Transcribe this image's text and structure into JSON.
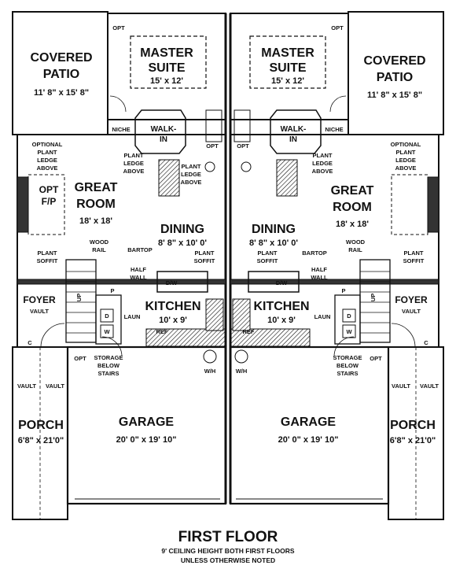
{
  "title": "FIRST FLOOR",
  "note_line1": "9' CEILING HEIGHT BOTH FIRST FLOORS",
  "note_line2": "UNLESS OTHERWISE NOTED",
  "unit_left": {
    "covered_patio": {
      "line1": "COVERED",
      "line2": "PATIO",
      "dim": "11' 8\" x 15' 8\""
    },
    "master_suite": {
      "line1": "MASTER",
      "line2": "SUITE",
      "dim": "15' x 12'"
    },
    "walk_in": {
      "line1": "WALK-",
      "line2": "IN"
    },
    "great_room": {
      "line1": "GREAT",
      "line2": "ROOM",
      "dim": "18' x 18'"
    },
    "dining": {
      "name": "DINING",
      "dim": "8' 8\" x 10' 0'"
    },
    "kitchen": {
      "name": "KITCHEN",
      "dim": "10' x 9'"
    },
    "foyer": "FOYER",
    "porch": {
      "name": "PORCH",
      "dim": "6'8\" x 21'0\""
    },
    "garage": {
      "name": "GARAGE",
      "dim": "20' 0\" x 19' 10\""
    },
    "opt_fp": {
      "line1": "OPT",
      "line2": "F/P"
    },
    "notes": {
      "opt_patio": "OPT",
      "niche": "NICHE",
      "opt_ledge": [
        "OPTIONAL",
        "PLANT",
        "LEDGE",
        "ABOVE"
      ],
      "plant_ledge_a": [
        "PLANT",
        "LEDGE",
        "ABOVE"
      ],
      "plant_ledge_b": [
        "PLANT",
        "LEDGE",
        "ABOVE"
      ],
      "plant_soffit_w": [
        "PLANT",
        "SOFFIT"
      ],
      "plant_soffit_e": [
        "PLANT",
        "SOFFIT"
      ],
      "wood_rail": [
        "WOOD",
        "RAIL"
      ],
      "bartop": "BARTOP",
      "half_wall": [
        "HALF",
        "WALL"
      ],
      "dw": "D/W",
      "laun": "LAUN",
      "vault": "VAULT",
      "opt_storage": "OPT",
      "storage": [
        "STORAGE",
        "BELOW",
        "STAIRS"
      ],
      "wh": "W/H",
      "opt_bath": "OPT",
      "p": "P",
      "ref": "REF",
      "d": "D",
      "w": "W",
      "c": "C",
      "up": "UP"
    }
  },
  "unit_right": {
    "covered_patio": {
      "line1": "COVERED",
      "line2": "PATIO",
      "dim": "11' 8\" x 15' 8\""
    },
    "master_suite": {
      "line1": "MASTER",
      "line2": "SUITE",
      "dim": "15' x 12'"
    },
    "walk_in": {
      "line1": "WALK-",
      "line2": "IN"
    },
    "great_room": {
      "line1": "GREAT",
      "line2": "ROOM",
      "dim": "18' x 18'"
    },
    "dining": {
      "name": "DINING",
      "dim": "8' 8\" x 10' 0'"
    },
    "kitchen": {
      "name": "KITCHEN",
      "dim": "10' x 9'"
    },
    "foyer": "FOYER",
    "porch": {
      "name": "PORCH",
      "dim": "6'8\" x 21'0\""
    },
    "garage": {
      "name": "GARAGE",
      "dim": "20' 0\" x 19' 10\""
    },
    "notes": {
      "opt_patio": "OPT",
      "niche": "NICHE",
      "opt_ledge": [
        "OPTIONAL",
        "PLANT",
        "LEDGE",
        "ABOVE"
      ],
      "plant_ledge_a": [
        "PLANT",
        "LEDGE",
        "ABOVE"
      ],
      "plant_soffit_w": [
        "PLANT",
        "SOFFIT"
      ],
      "plant_soffit_e": [
        "PLANT",
        "SOFFIT"
      ],
      "wood_rail": [
        "WOOD",
        "RAIL"
      ],
      "bartop": "BARTOP",
      "half_wall": [
        "HALF",
        "WALL"
      ],
      "dw": "D/W",
      "laun": "LAUN",
      "vault": "VAULT",
      "opt_storage": "OPT",
      "storage": [
        "STORAGE",
        "BELOW",
        "STAIRS"
      ],
      "wh": "W/H",
      "opt_bath": "OPT",
      "p": "P",
      "ref": "REF",
      "d": "D",
      "w": "W",
      "c": "C",
      "up": "UP"
    }
  },
  "colors": {
    "line": "#111111",
    "wall_fill": "#333333",
    "background": "#ffffff"
  }
}
